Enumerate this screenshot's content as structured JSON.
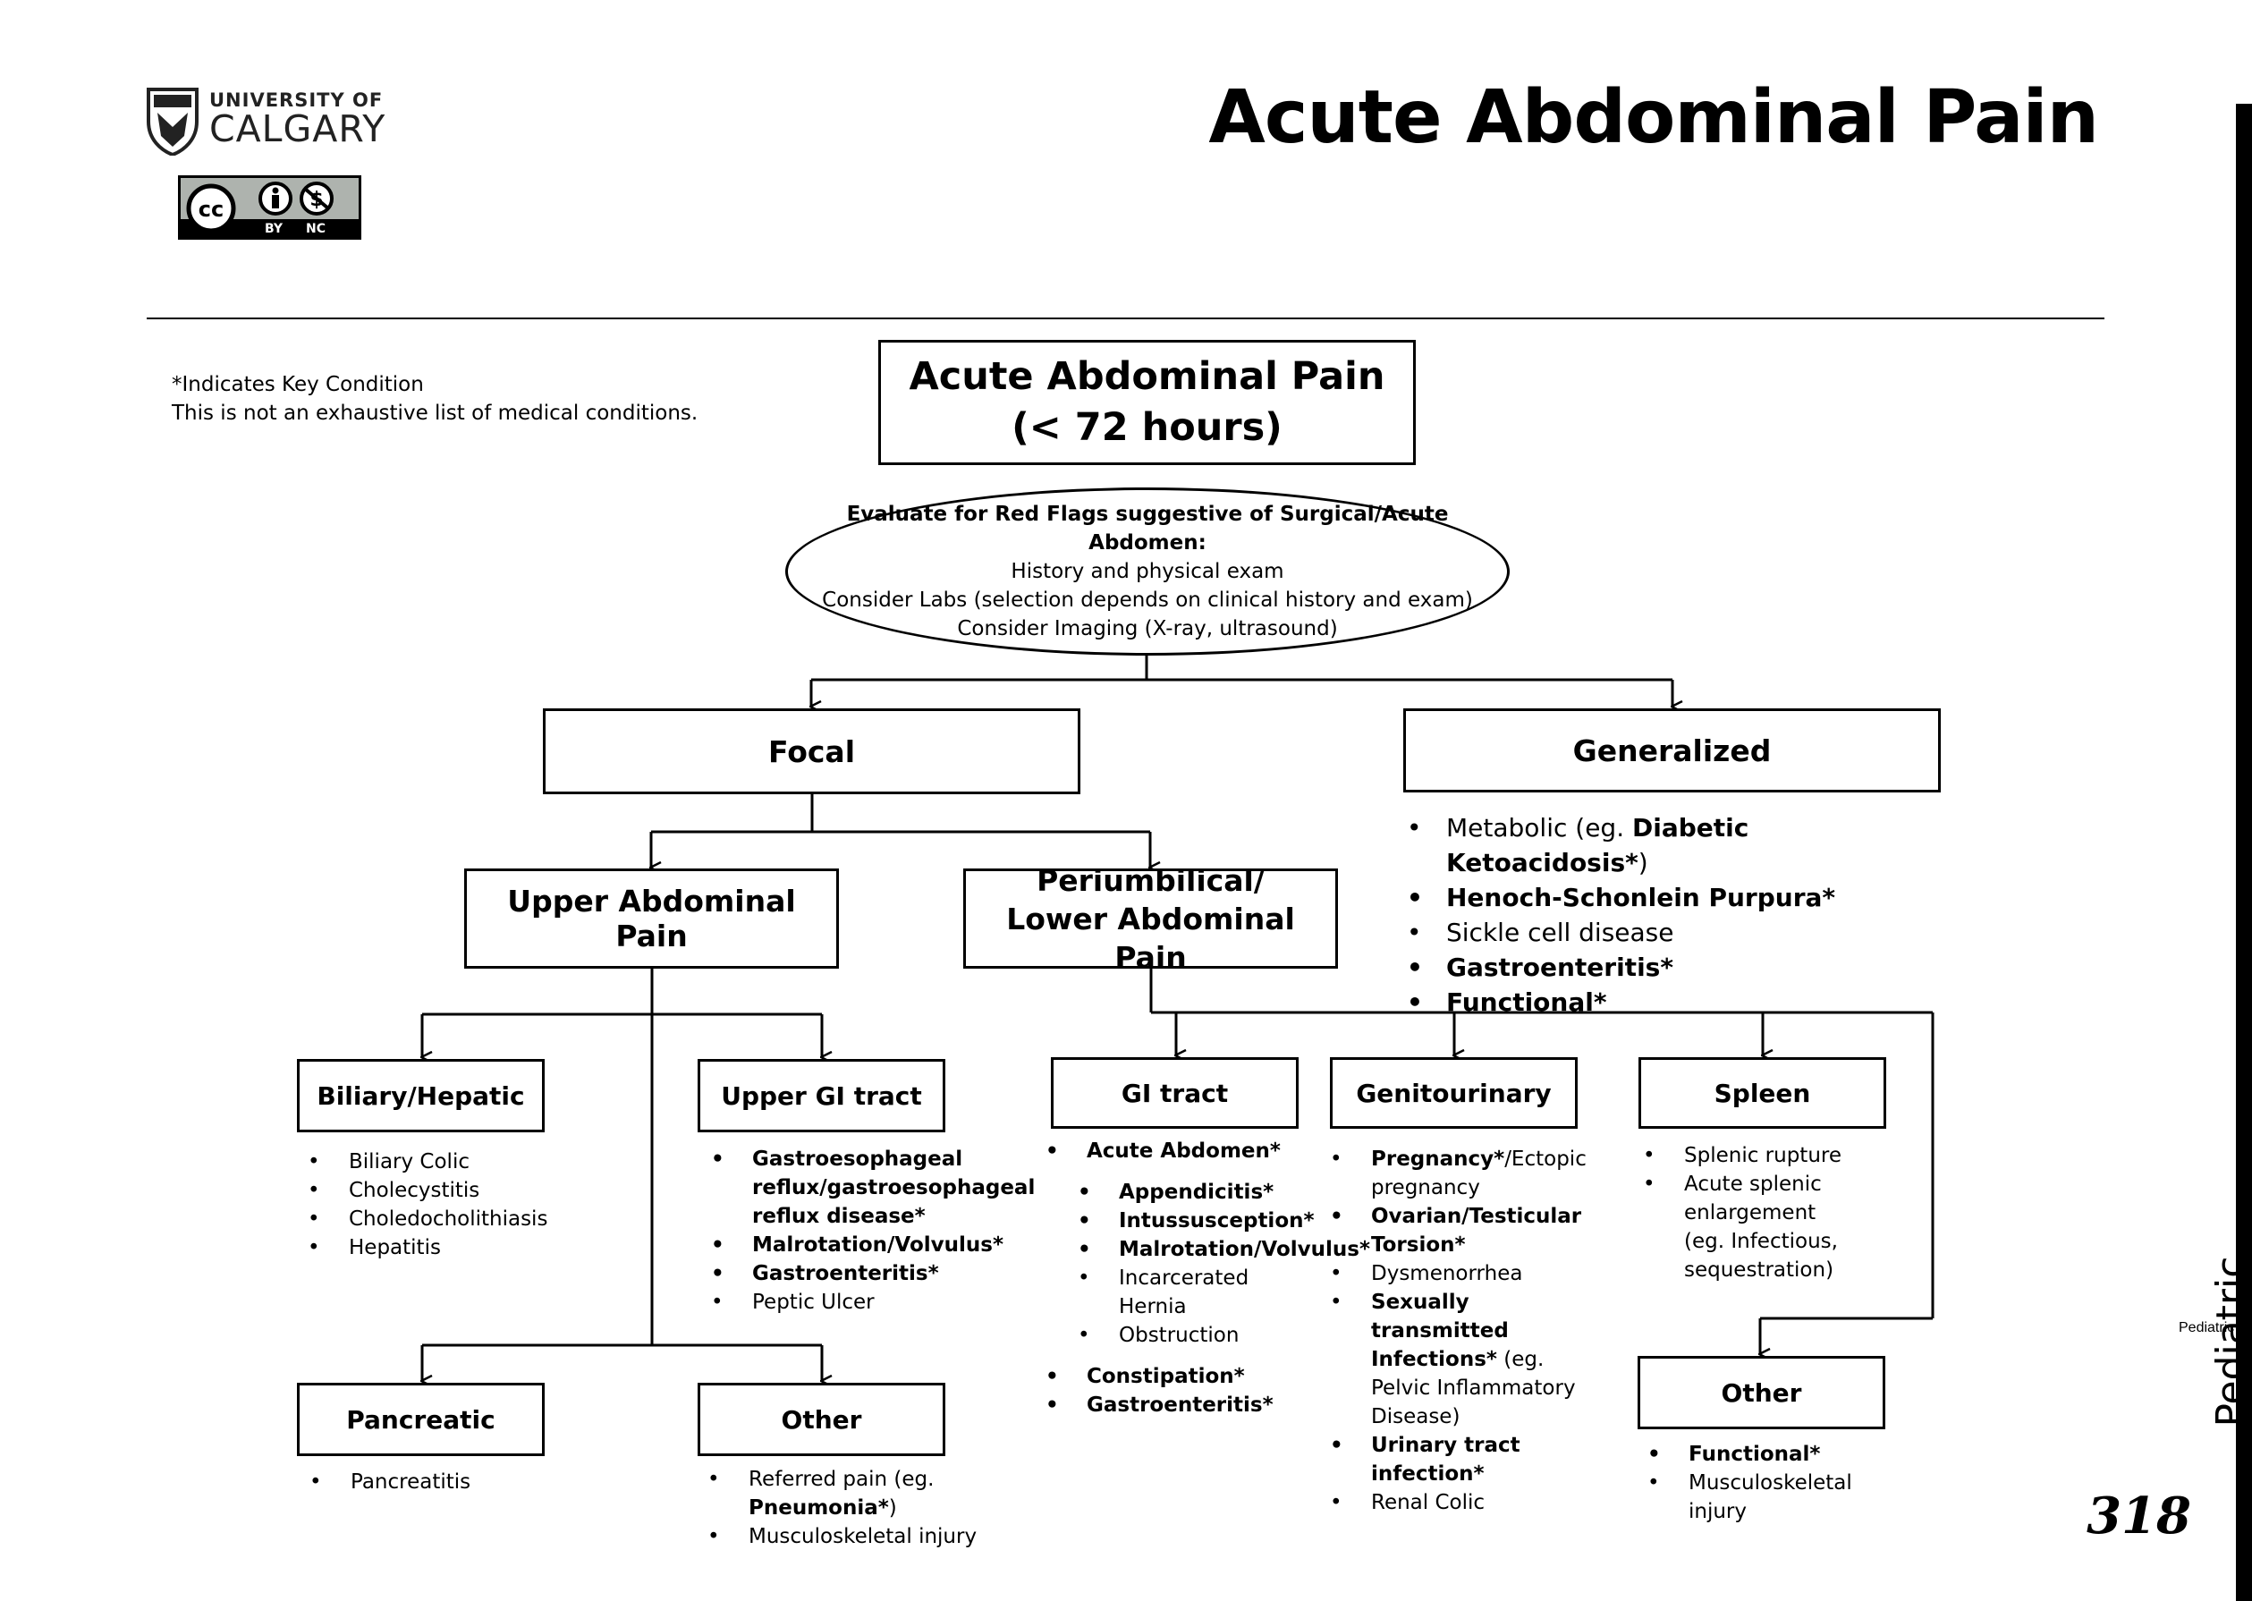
{
  "header": {
    "logo_line1": "UNIVERSITY OF",
    "logo_line2": "CALGARY",
    "license_by": "BY",
    "license_nc": "NC",
    "title": "Acute Abdominal Pain",
    "side_label": "Pediatric",
    "page_number": "318"
  },
  "notes": {
    "line1": "*Indicates Key Condition",
    "line2": "This is not an exhaustive list of medical conditions."
  },
  "top": {
    "line1": "Acute Abdominal Pain",
    "line2": "(< 72 hours)"
  },
  "redflags": {
    "heading": "Evaluate for Red Flags suggestive of Surgical/Acute Abdomen:",
    "line1": "History and physical exam",
    "line2": "Consider Labs (selection depends on clinical history and exam)",
    "line3": "Consider Imaging (X-ray, ultrasound)"
  },
  "focal": {
    "label": "Focal"
  },
  "generalized": {
    "label": "Generalized",
    "items": [
      {
        "pre": "Metabolic (eg. ",
        "bold": "Diabetic Ketoacidosis*",
        "post": ")"
      },
      {
        "bold": "Henoch-Schonlein Purpura*"
      },
      {
        "pre": "Sickle cell disease"
      },
      {
        "bold": "Gastroenteritis*"
      },
      {
        "bold": "Functional*"
      }
    ]
  },
  "upper": {
    "label": "Upper Abdominal Pain"
  },
  "periumbilical": {
    "line1": "Periumbilical/",
    "line2": "Lower Abdominal Pain"
  },
  "biliary": {
    "label": "Biliary/Hepatic",
    "items": [
      "Biliary Colic",
      "Cholecystitis",
      "Choledocholithiasis",
      "Hepatitis"
    ]
  },
  "uppergi": {
    "label": "Upper GI tract",
    "items": [
      {
        "bold": "Gastroesophageal reflux/gastroesophageal reflux disease*"
      },
      {
        "bold": "Malrotation/Volvulus*"
      },
      {
        "bold": "Gastroenteritis*"
      },
      {
        "pre": "Peptic Ulcer"
      }
    ]
  },
  "pancreatic": {
    "label": "Pancreatic",
    "items": [
      "Pancreatitis"
    ]
  },
  "other_upper": {
    "label": "Other",
    "items": [
      {
        "pre": "Referred pain (eg. ",
        "bold": "Pneumonia*",
        "post": ")"
      },
      {
        "pre": "Musculoskeletal injury"
      }
    ]
  },
  "gitract": {
    "label": "GI tract",
    "acute": "Acute Abdomen*",
    "sub": [
      {
        "bold": "Appendicitis*"
      },
      {
        "bold": "Intussusception*"
      },
      {
        "bold": "Malrotation/Volvulus*"
      },
      {
        "pre": "Incarcerated Hernia"
      },
      {
        "pre": "Obstruction"
      }
    ],
    "more": [
      "Constipation*",
      "Gastroenteritis*"
    ]
  },
  "genito": {
    "label": "Genitourinary",
    "items": [
      {
        "bold": "Pregnancy*",
        "post": "/Ectopic pregnancy"
      },
      {
        "bold": "Ovarian/Testicular Torsion*"
      },
      {
        "pre": "Dysmenorrhea"
      },
      {
        "bold": "Sexually transmitted Infections*",
        "post": " (eg. Pelvic Inflammatory Disease)"
      },
      {
        "bold": "Urinary tract infection*"
      },
      {
        "pre": "Renal Colic"
      }
    ]
  },
  "spleen": {
    "label": "Spleen",
    "items": [
      "Splenic rupture",
      "Acute splenic enlargement (eg. Infectious, sequestration)"
    ]
  },
  "other_lower": {
    "label": "Other",
    "items": [
      {
        "bold": "Functional*"
      },
      {
        "pre": "Musculoskeletal injury"
      }
    ]
  }
}
